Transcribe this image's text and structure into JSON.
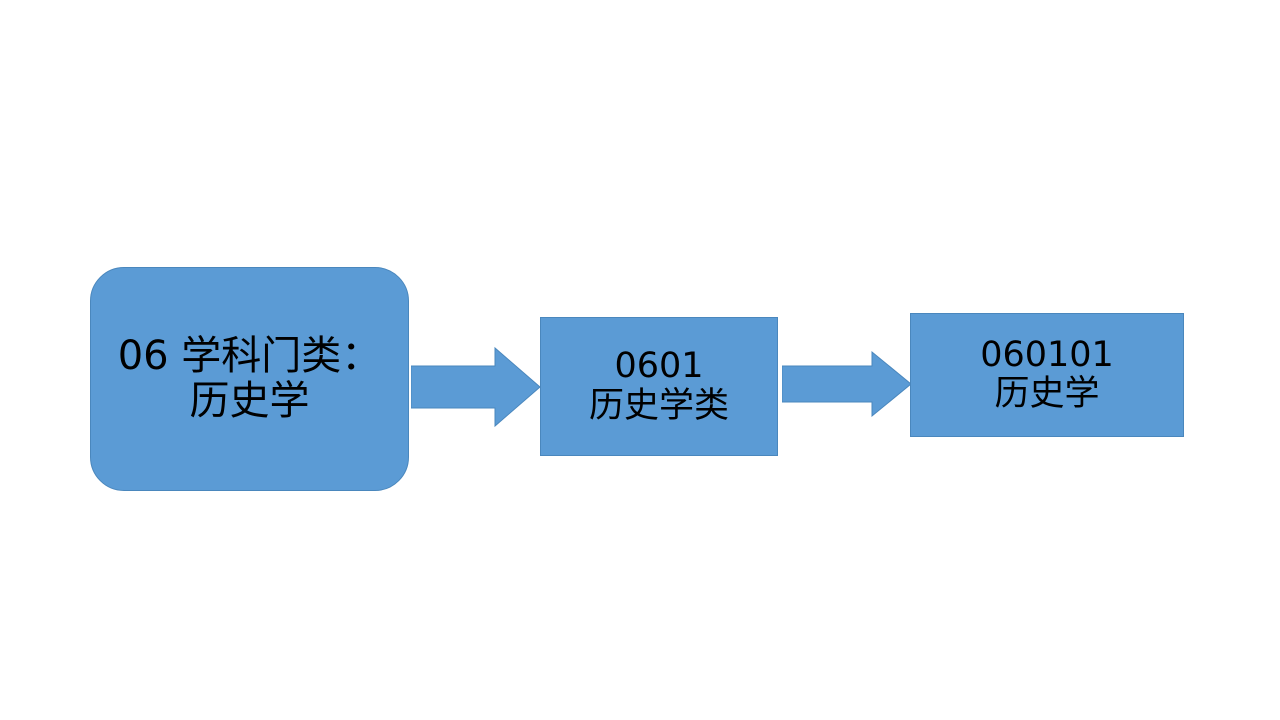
{
  "slide": {
    "background_color": "#FFFFFF",
    "accent_color": "#5B9BD5",
    "outline_color": "#4A87BD",
    "text_color": "#000000"
  },
  "flow": {
    "nodes": [
      {
        "id": "category",
        "shape": "rounded-rectangle",
        "code": "06",
        "line_1": "06 学科门类：",
        "line_2": "历史学"
      },
      {
        "id": "class",
        "shape": "rectangle",
        "code": "0601",
        "line_1": "0601",
        "line_2": "历史学类"
      },
      {
        "id": "major",
        "shape": "rectangle",
        "code": "060101",
        "line_1": "060101",
        "line_2": "历史学"
      }
    ],
    "connectors": [
      {
        "id": "arrow-1",
        "from": "category",
        "to": "class",
        "icon": "right-arrow-icon"
      },
      {
        "id": "arrow-2",
        "from": "class",
        "to": "major",
        "icon": "right-arrow-icon"
      }
    ]
  }
}
